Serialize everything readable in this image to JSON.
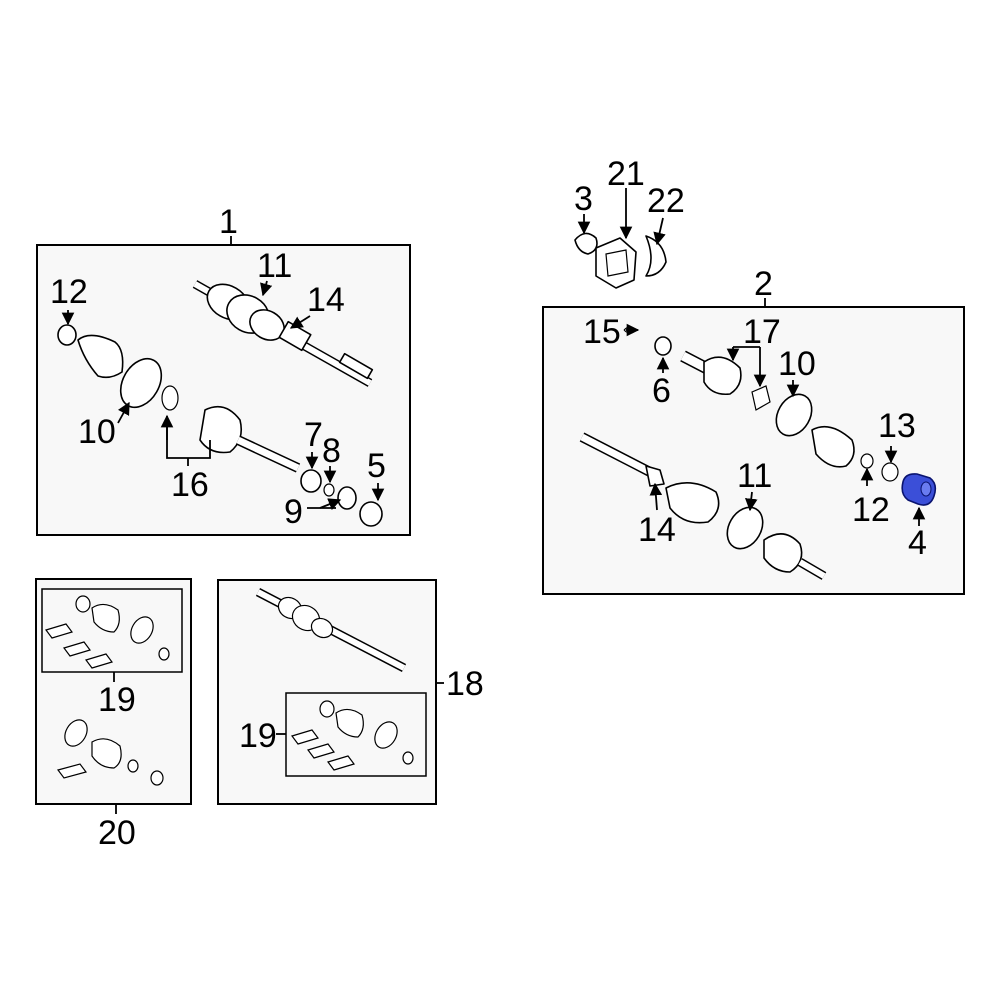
{
  "labels": {
    "c1": "1",
    "c2": "2",
    "c3": "3",
    "c4": "4",
    "c5": "5",
    "c6": "6",
    "c7": "7",
    "c8": "8",
    "c9": "9",
    "c10a": "10",
    "c10b": "10",
    "c11a": "11",
    "c11b": "11",
    "c12a": "12",
    "c12b": "12",
    "c13": "13",
    "c14a": "14",
    "c14b": "14",
    "c15": "15",
    "c16": "16",
    "c17": "17",
    "c18": "18",
    "c19a": "19",
    "c19b": "19",
    "c20": "20",
    "c21": "21",
    "c22": "22"
  },
  "highlight": {
    "part": "4",
    "color": "#3b4fd8"
  }
}
